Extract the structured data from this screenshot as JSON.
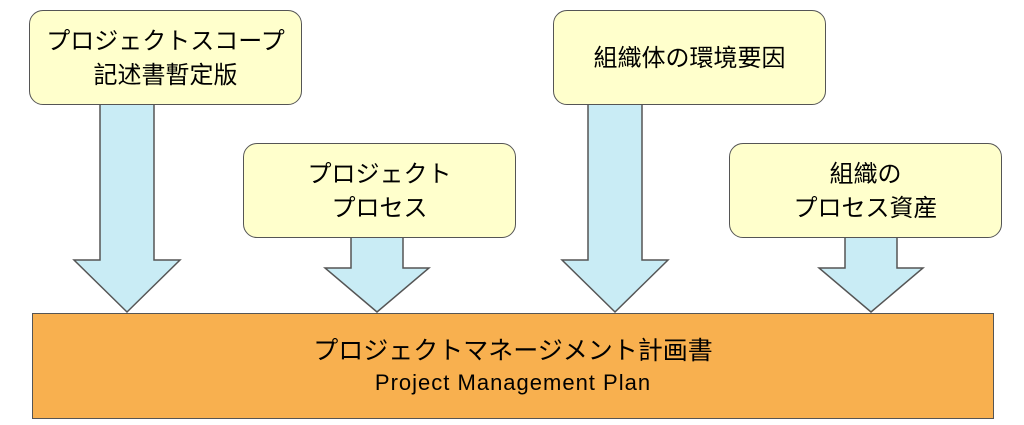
{
  "inputs": [
    {
      "line1": "プロジェクトスコープ",
      "line2": "記述書暫定版"
    },
    {
      "line1": "プロジェクト",
      "line2": "プロセス"
    },
    {
      "line1": "組織体の環境要因"
    },
    {
      "line1": "組織の",
      "line2": "プロセス資産"
    }
  ],
  "output": {
    "title": "プロジェクトマネージメント計画書",
    "subtitle": "Project Management Plan"
  },
  "colors": {
    "input_box_fill": "#ffffcc",
    "output_box_fill": "#f8b04f",
    "arrow_fill": "#c9ecf5",
    "outline": "#555555"
  }
}
